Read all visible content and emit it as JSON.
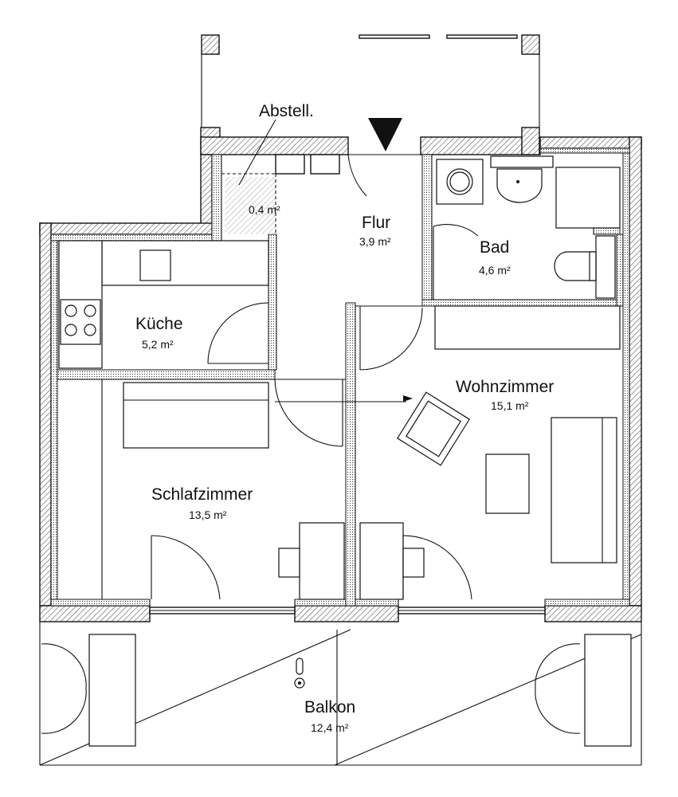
{
  "rooms": {
    "abstell": {
      "name": "Abstell.",
      "area": "0,4 m²"
    },
    "flur": {
      "name": "Flur",
      "area": "3,9 m²"
    },
    "bad": {
      "name": "Bad",
      "area": "4,6 m²"
    },
    "kueche": {
      "name": "Küche",
      "area": "5,2 m²"
    },
    "wohnzimmer": {
      "name": "Wohnzimmer",
      "area": "15,1 m²"
    },
    "schlafzimmer": {
      "name": "Schlafzimmer",
      "area": "13,5 m²"
    },
    "balkon": {
      "name": "Balkon",
      "area": "12,4 m²"
    }
  },
  "colors": {
    "line": "#111111",
    "background": "#ffffff",
    "hatch": "#555555"
  },
  "icons": {
    "entrance": "entrance-arrow-icon"
  }
}
